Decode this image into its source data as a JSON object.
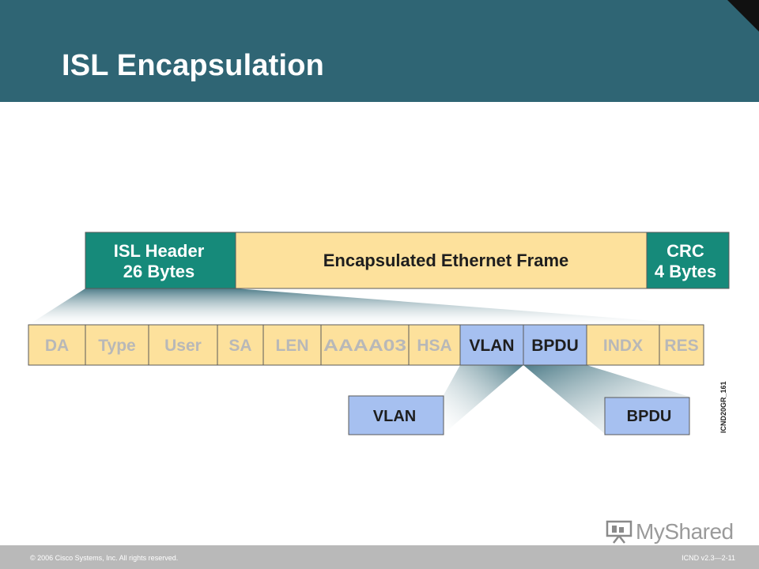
{
  "slide": {
    "title": "ISL Encapsulation",
    "footer_copyright": "© 2006 Cisco Systems, Inc. All rights reserved.",
    "footer_course": "ICND v2.3—2-11",
    "figure_code": "ICND20GR_161",
    "logo_text": "MyShared"
  },
  "frame": {
    "isl_header": [
      "ISL Header",
      "26 Bytes"
    ],
    "payload": "Encapsulated Ethernet Frame",
    "crc": [
      "CRC",
      "4 Bytes"
    ]
  },
  "fields": [
    "DA",
    "Type",
    "User",
    "SA",
    "LEN",
    "AAAA03",
    "HSA",
    "VLAN",
    "BPDU",
    "INDX",
    "RES"
  ],
  "detail": {
    "vlan": "VLAN",
    "bpdu": "BPDU"
  },
  "colors": {
    "header_bg": "#2f6574",
    "teal_box": "#168a7a",
    "beige_box": "#fde19c",
    "blue_box": "#a6c0f0",
    "field_text": "#b8b8b8",
    "dark_text": "#1e1e1e"
  }
}
